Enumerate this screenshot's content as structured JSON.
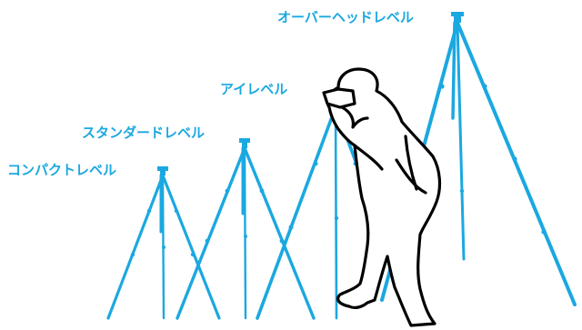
{
  "labels": {
    "compact": "コンパクトレベル",
    "standard": "スタンダードレベル",
    "eye": "アイレベル",
    "overhead": "オーバーヘッドレベル"
  },
  "colors": {
    "tripod": "#1ba8e0",
    "label": "#1ba8e0",
    "outline": "#000000",
    "background": "#ffffff"
  },
  "icons": {
    "tripod": "tripod-icon",
    "photographer": "photographer-silhouette-icon"
  }
}
